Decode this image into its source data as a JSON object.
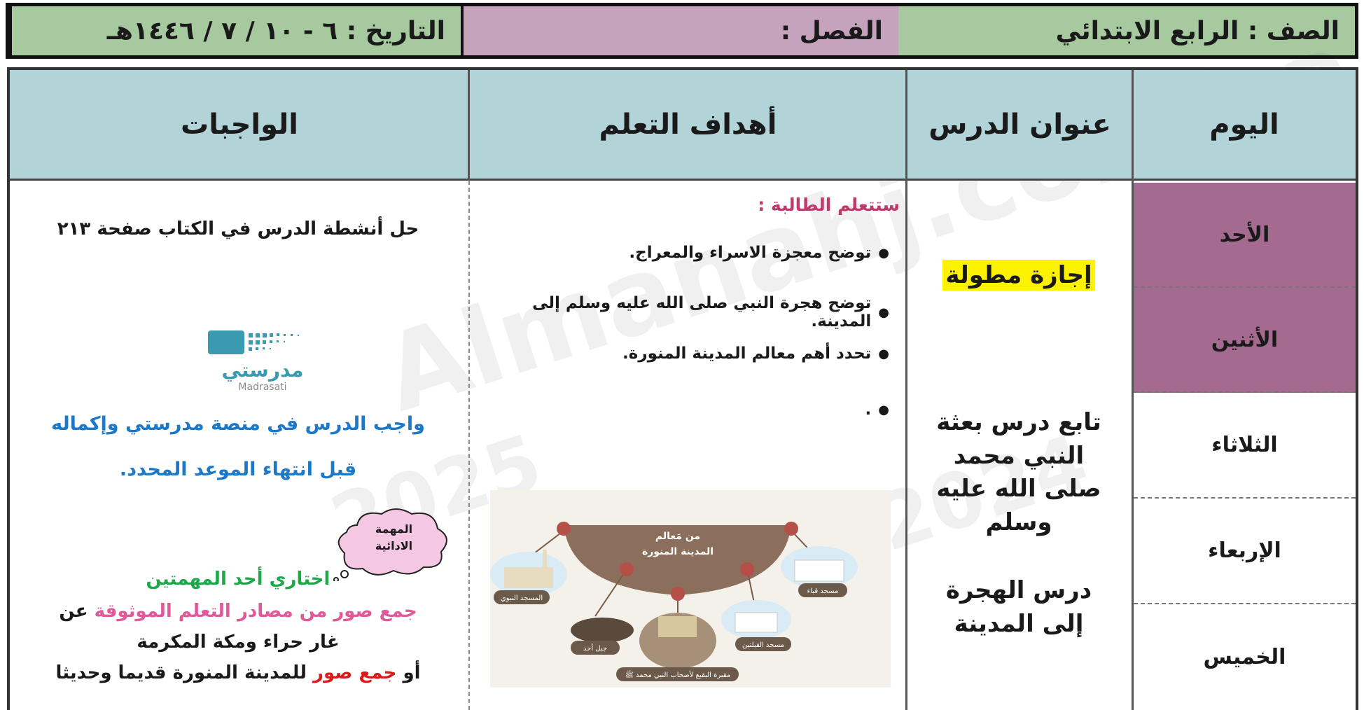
{
  "header": {
    "grade": "الصف : الرابع الابتدائي",
    "section": "الفصل :",
    "date": "التاريخ : ٦ - ١٠ / ٧ / ١٤٤٦هـ"
  },
  "table": {
    "col_day": "اليوم",
    "col_lesson": "عنوان الدرس",
    "col_goals": "أهداف التعلم",
    "col_homework": "الواجبات"
  },
  "days": [
    "الأحد",
    "الأثنين",
    "الثلاثاء",
    "الإربعاء",
    "الخميس"
  ],
  "lessons": {
    "holiday": "إجازة مطولة",
    "lesson1": "تابع درس بعثة النبي محمد صلى الله عليه وسلم",
    "lesson2": "درس الهجرة إلى المدينة"
  },
  "goals": {
    "title": "ستتعلم الطالبة :",
    "items": [
      "توضح معجزة الاسراء والمعراج.",
      "توضح هجرة النبي صلى الله عليه وسلم إلى المدينة.",
      "تحدد أهم معالم المدينة المنورة.",
      "."
    ],
    "diagram": {
      "title": "من مَعالم المدينة المنورة",
      "places": [
        "مسجد قباء",
        "مسجد القبلتين",
        "جبل أحد",
        "المسجد النبوي"
      ],
      "caption": "مقبرة البقيع لأصحاب النبي محمد ﷺ"
    }
  },
  "homework": {
    "line1": "حل أنشطة الدرس في الكتاب صفحة ٢١٣",
    "logo_ar": "مدرستي",
    "logo_en": "Madrasati",
    "platform1": "واجب الدرس في منصة مدرستي وإكماله",
    "platform2": "قبل انتهاء الموعد المحدد.",
    "cloud_line1": "المهمة",
    "cloud_line2": "الادائية",
    "choose": "اختاري أحد المهمتين",
    "task1_a": "جمع صور من مصادر التعلم الموثوقة",
    "task1_b": "عن",
    "task1_c": "غار حراء ومكة المكرمة",
    "task2_a": "أو",
    "task2_b": "جمع صور",
    "task2_c": "للمدينة المنورة قديما وحديثا"
  },
  "watermark": {
    "site": "Almanahj.com/sa",
    "year1": "2025",
    "year2": "2024"
  },
  "colors": {
    "green_cell": "#a6c9a0",
    "purple_cell": "#c6a3bd",
    "teal_header": "#b2d3d7",
    "day_purple": "#a46a8f",
    "highlight": "#fdf300"
  }
}
